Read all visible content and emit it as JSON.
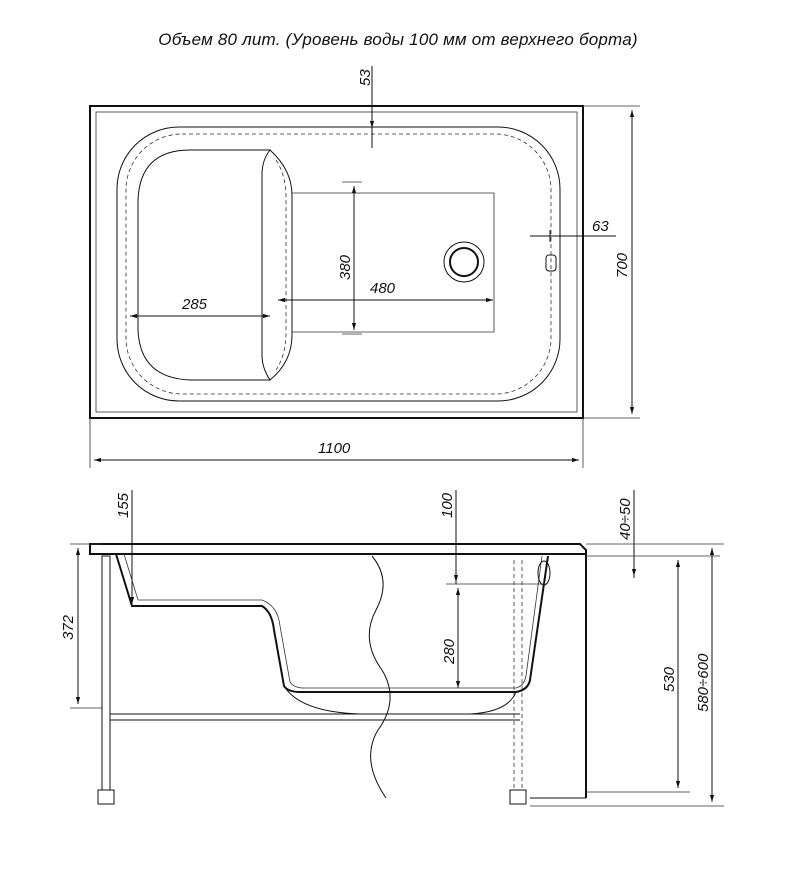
{
  "header": {
    "title": "Объем 80 лит. (Уровень воды 100 мм от верхнего борта)"
  },
  "top_view": {
    "dims": {
      "rim_top": "53",
      "overflow": "63",
      "depth": "700",
      "inner_width": "380",
      "inner_length": "480",
      "seat_length": "285",
      "length": "1100"
    }
  },
  "side_view": {
    "dims": {
      "seat_height": "155",
      "water_level": "100",
      "rim_thickness": "40÷50",
      "seat_height_total": "372",
      "water_depth": "280",
      "body_height": "530",
      "total_height": "580÷600"
    }
  }
}
